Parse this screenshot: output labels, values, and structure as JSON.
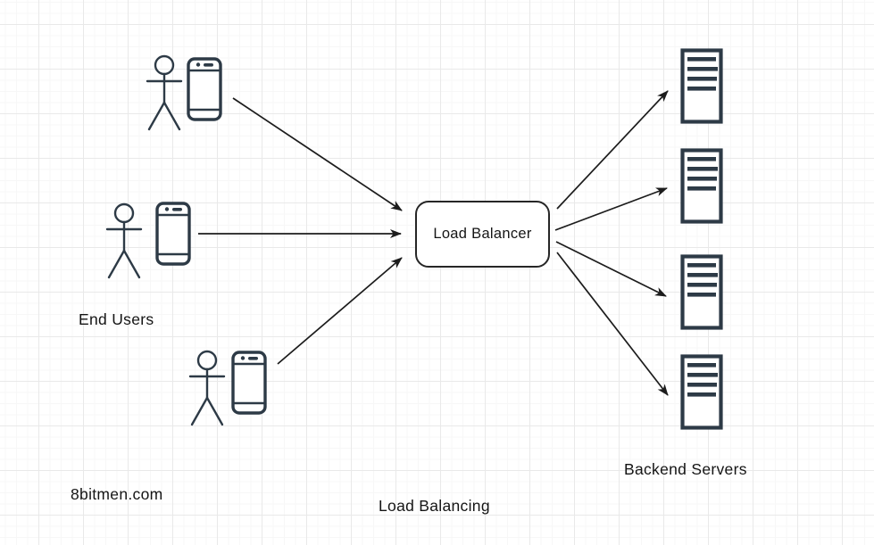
{
  "diagram": {
    "caption": "Load Balancing",
    "watermark": "8bitmen.com",
    "load_balancer": {
      "label": "Load Balancer"
    },
    "groups": {
      "end_users": {
        "label": "End Users",
        "count": 3
      },
      "backend_servers": {
        "label": "Backend Servers",
        "count": 4
      }
    },
    "icons": {
      "user": "stick-figure-icon",
      "phone": "smartphone-icon",
      "server": "server-rack-icon"
    },
    "arrows": {
      "from_users_to_balancer": 3,
      "from_balancer_to_servers": 4
    },
    "colors": {
      "icon_stroke": "#2d3a46",
      "arrow_stroke": "#1c1c1c",
      "box_border": "#262626",
      "text": "#151515",
      "grid_major": "#e9e9e9",
      "grid_minor": "#f7f7f7",
      "background": "#ffffff"
    }
  }
}
